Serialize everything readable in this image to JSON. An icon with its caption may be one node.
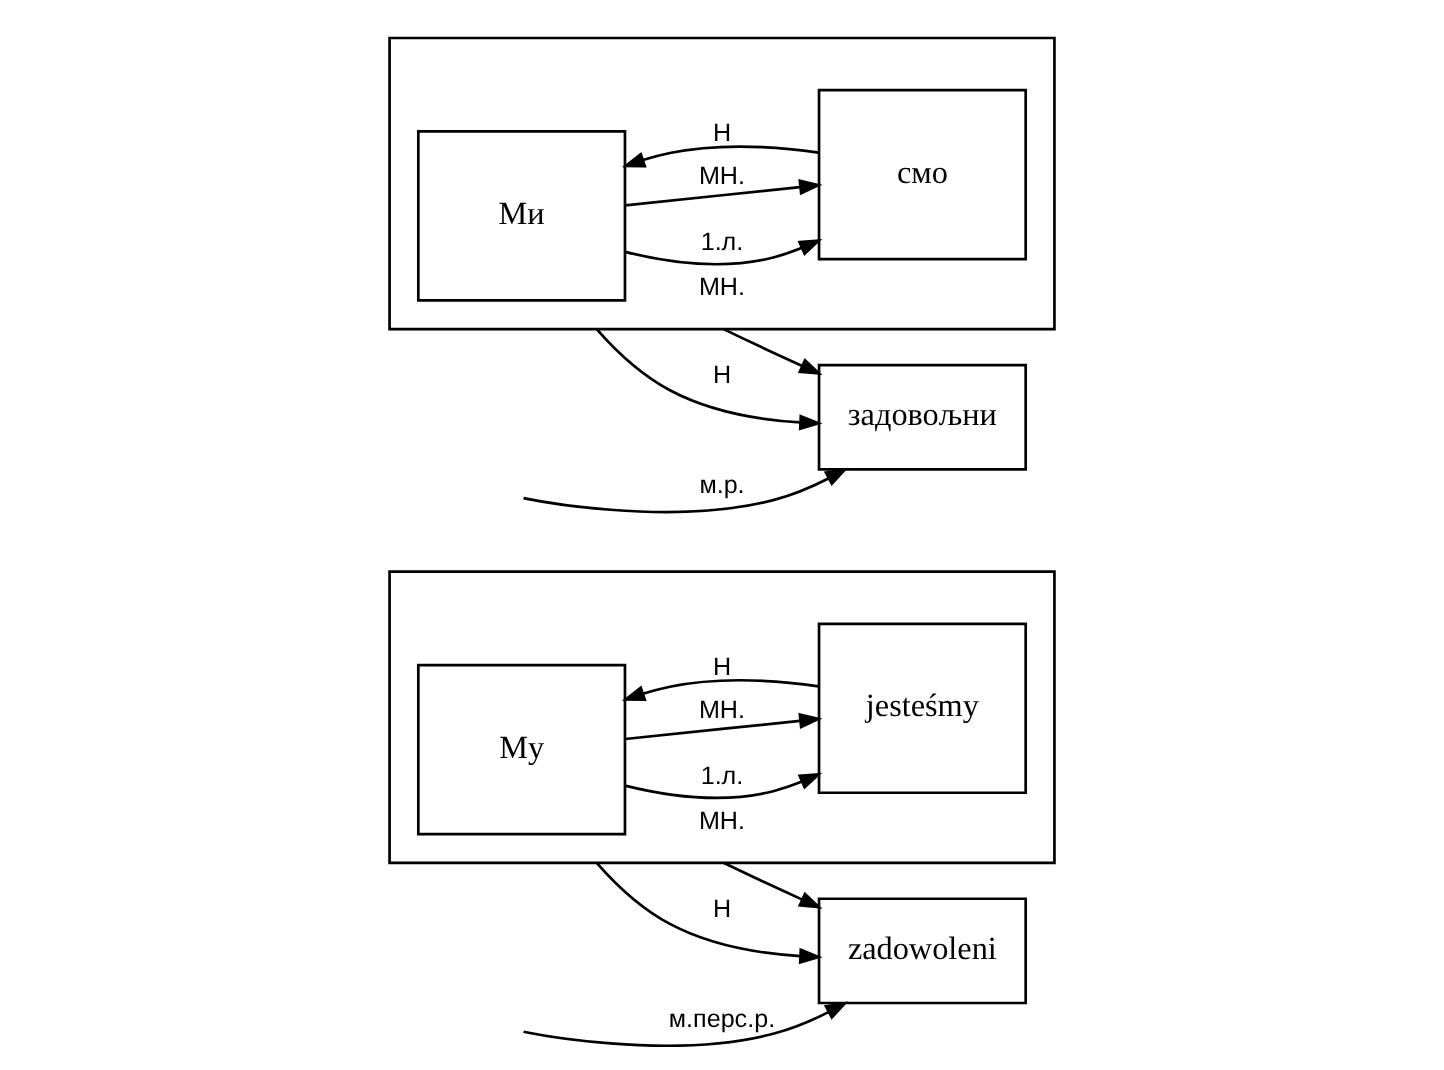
{
  "diagram": {
    "nodes": [
      {
        "text": [],
        "shape": "box"
      },
      {
        "text": [
          "My"
        ],
        "in": 0
      },
      {
        "text": [
          "jesteśmy"
        ],
        "in": 0
      },
      {
        "text": [
          "zadowoleni"
        ]
      },
      {
        "text": [],
        "shape": "box"
      },
      {
        "text": [
          "Ми"
        ],
        "in": 4
      },
      {
        "text": [
          "смо"
        ],
        "in": 4
      },
      {
        "text": [
          "задовољни"
        ]
      }
    ],
    "edges": [
      {
        "from": 1,
        "to": 2,
        "arrow": "to",
        "label": "1.л."
      },
      {
        "from": 1,
        "to": 2,
        "arrow": "to",
        "label": "МН."
      },
      {
        "from": 2,
        "to": 1,
        "arrow": "to",
        "label": "Н"
      },
      {
        "from": 0,
        "to": 3,
        "arrow": "to",
        "label": "МН."
      },
      {
        "from": 0,
        "to": 3,
        "arrow": "to",
        "label": "Н"
      },
      {
        "from": null,
        "to": 3,
        "arrow": "to",
        "label": "м.перс.р."
      },
      {
        "from": 5,
        "to": 6,
        "arrow": "to",
        "label": "1.л."
      },
      {
        "from": 5,
        "to": 6,
        "arrow": "to",
        "label": "МН."
      },
      {
        "from": 6,
        "to": 5,
        "arrow": "to",
        "label": "Н"
      },
      {
        "from": 4,
        "to": 7,
        "arrow": "to",
        "label": "МН."
      },
      {
        "from": 4,
        "to": 7,
        "arrow": "to",
        "label": "Н"
      },
      {
        "from": null,
        "to": 7,
        "arrow": "to",
        "label": "м.р."
      }
    ]
  }
}
